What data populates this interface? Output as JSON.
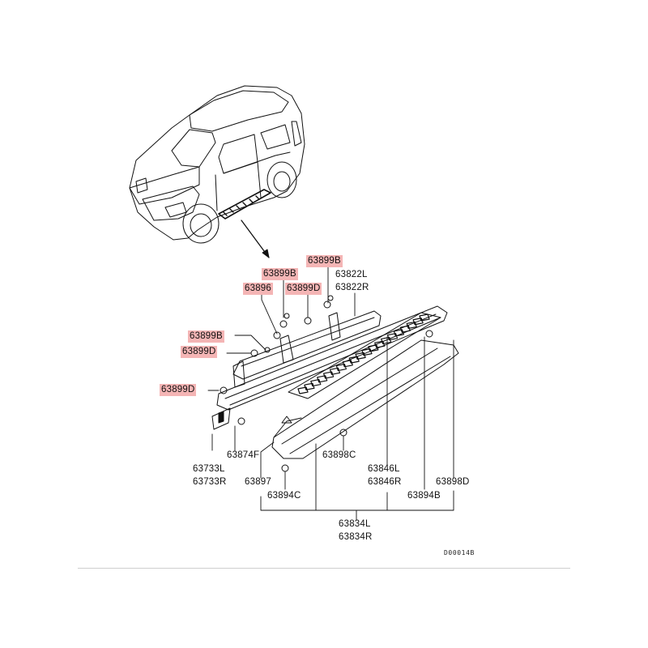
{
  "colors": {
    "highlight": "#f4b5b5",
    "line": "#111111"
  },
  "labels": {
    "p63899B_top": "63899B",
    "p63899B_mid": "63899B",
    "p63896": "63896",
    "p63899D_mid": "63899D",
    "p63822L": "63822L",
    "p63822R": "63822R",
    "p63899B_left": "63899B",
    "p63899D_left": "63899D",
    "p63899D_low": "63899D",
    "p63874F": "63874F",
    "p63733L": "63733L",
    "p63733R": "63733R",
    "p63897": "63897",
    "p63894C": "63894C",
    "p63898C": "63898C",
    "p63846L": "63846L",
    "p63846R": "63846R",
    "p63894B": "63894B",
    "p63898D": "63898D",
    "p63834L": "63834L",
    "p63834R": "63834R"
  },
  "diagram_code": "D00014B"
}
